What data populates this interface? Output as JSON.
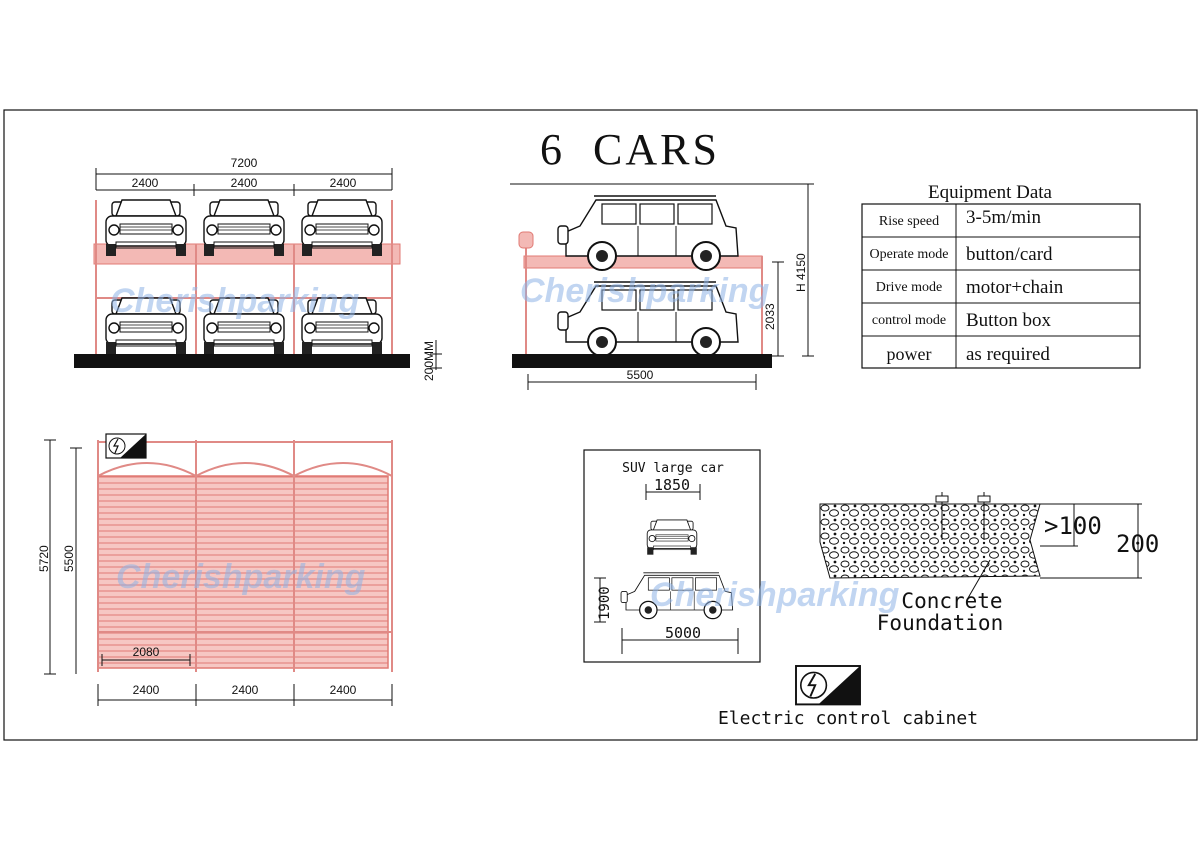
{
  "title": "6  CARS",
  "front_view": {
    "overall_width": "7200",
    "bay_widths": [
      "2400",
      "2400",
      "2400"
    ],
    "pit_depth": "200MM"
  },
  "side_view": {
    "total_height": "H 4150",
    "level_height": "2033",
    "length": "5500"
  },
  "plan_view": {
    "outer_length": "5720",
    "inner_length": "5500",
    "inner_width": "2080",
    "bay_widths": [
      "2400",
      "2400",
      "2400"
    ]
  },
  "equipment": {
    "heading": "Equipment Data",
    "rows": [
      {
        "label": "Rise speed",
        "value": "3-5m/min"
      },
      {
        "label": "Operate mode",
        "value": "button/card"
      },
      {
        "label": "Drive mode",
        "value": "motor+chain"
      },
      {
        "label": "control mode",
        "value": "Button box"
      },
      {
        "label": "power",
        "value": "as required"
      }
    ]
  },
  "car_size": {
    "heading": "SUV large car",
    "width": "1850",
    "height": "1900",
    "length": "5000"
  },
  "foundation": {
    "depth_min": ">100",
    "thickness": "200",
    "label_line1": "Concrete",
    "label_line2": "Foundation"
  },
  "legend": {
    "cabinet_label": "Electric control cabinet",
    "cabinet_icon": "electric-bolt-icon"
  },
  "watermark": "Cherishparking"
}
